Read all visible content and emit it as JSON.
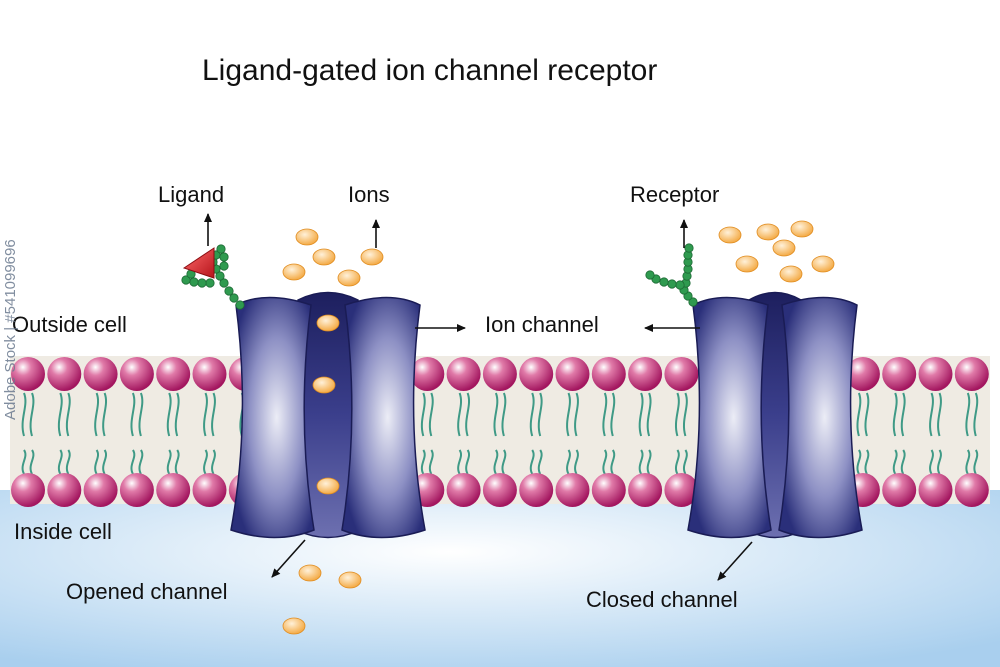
{
  "title": "Ligand-gated ion channel receptor",
  "labels": {
    "ligand": "Ligand",
    "ions": "Ions",
    "receptor": "Receptor",
    "outside_cell": "Outside cell",
    "ion_channel": "Ion channel",
    "inside_cell": "Inside cell",
    "opened_channel": "Opened channel",
    "closed_channel": "Closed channel"
  },
  "watermark": "Adobe Stock | #541099696",
  "colors": {
    "phospholipid_head": "#a3165f",
    "lipid_tail": "#3f9a86",
    "membrane_core": "#efebe3",
    "channel_dark": "#2a2f7a",
    "channel_light": "#ecedf6",
    "ion": "#f3a53a",
    "ligand": "#d8232a",
    "receptor_beads": "#2f9a4f",
    "cytoplasm": "#a9cfee"
  }
}
